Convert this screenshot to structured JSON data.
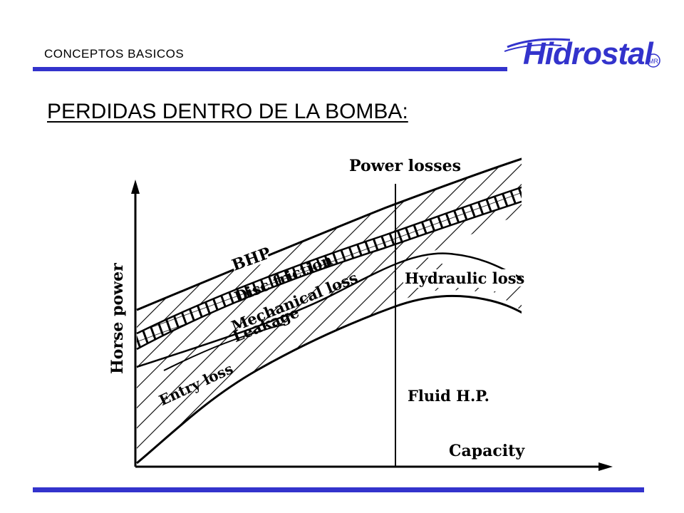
{
  "header": {
    "section_label": "CONCEPTOS BASICOS",
    "brand": "Hidrostal",
    "brand_mark": "MR",
    "accent_color": "#3333cc"
  },
  "page_title": "PERDIDAS DENTRO DE LA BOMBA:",
  "diagram": {
    "top_label": "Power losses",
    "y_axis_label": "Horse power",
    "x_axis_label": "Capacity",
    "band_labels": {
      "bhp": "BHP",
      "disc_friction": "Disc friction",
      "mechanical_loss": "Mechanical loss",
      "leakage": "Leakage",
      "hydraulic_loss": "Hydraulic loss",
      "entry_loss": "Entry loss",
      "fluid_hp": "Fluid H.P."
    }
  }
}
